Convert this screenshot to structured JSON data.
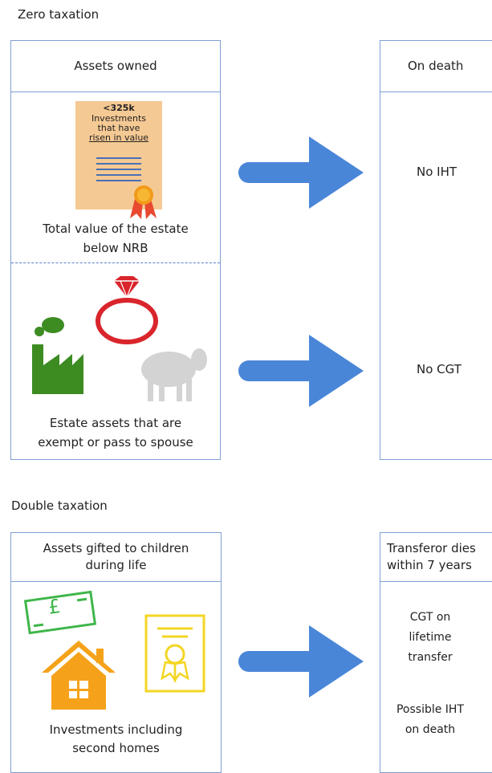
{
  "zero": {
    "title": "Zero taxation",
    "assets_header": "Assets owned",
    "cert_amount": "<325k",
    "cert_line1": "Investments",
    "cert_line2": "that have",
    "cert_line3": "risen in value",
    "estate_caption_1": "Total value of the estate",
    "estate_caption_2": "below NRB",
    "exempt_caption_1": "Estate assets that are",
    "exempt_caption_2": "exempt or pass to spouse",
    "death_header": "On death",
    "no_iht": "No IHT",
    "no_cgt": "No CGT"
  },
  "double": {
    "title": "Double taxation",
    "gifted_header_1": "Assets gifted to children",
    "gifted_header_2": "during life",
    "pound_symbol": "£",
    "investments_caption_1": "Investments including",
    "investments_caption_2": "second homes",
    "transferor_header_1": "Transferor dies",
    "transferor_header_2": "within 7 years",
    "cgt_1": "CGT on",
    "cgt_2": "lifetime",
    "cgt_3": "transfer",
    "iht_1": "Possible IHT",
    "iht_2": "on death"
  },
  "colors": {
    "box_border": "#7f9fd3",
    "arrow": "#4a86d8",
    "certificate": "#f5c993",
    "ring": "#d9252b",
    "factory": "#3c8c22",
    "sheep": "#d3d3d3",
    "banknote": "#3fb64a",
    "house": "#f5a21a",
    "yellow_cert": "#f3d623"
  }
}
